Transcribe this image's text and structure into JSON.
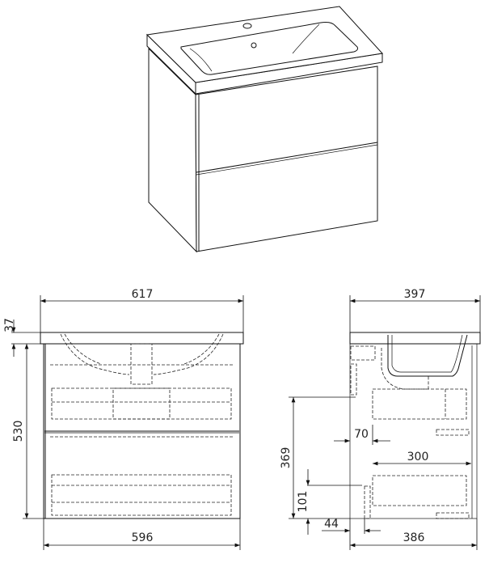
{
  "title": "Vanity unit with washbasin - technical drawing",
  "front_view": {
    "width_top": "617",
    "top_thickness": "37",
    "cabinet_height": "530",
    "width_cabinet": "596"
  },
  "side_view": {
    "depth_top": "397",
    "depth_cabinet": "386",
    "height_369": "369",
    "height_101": "101",
    "offset_70": "70",
    "offset_44": "44",
    "width_300": "300"
  }
}
